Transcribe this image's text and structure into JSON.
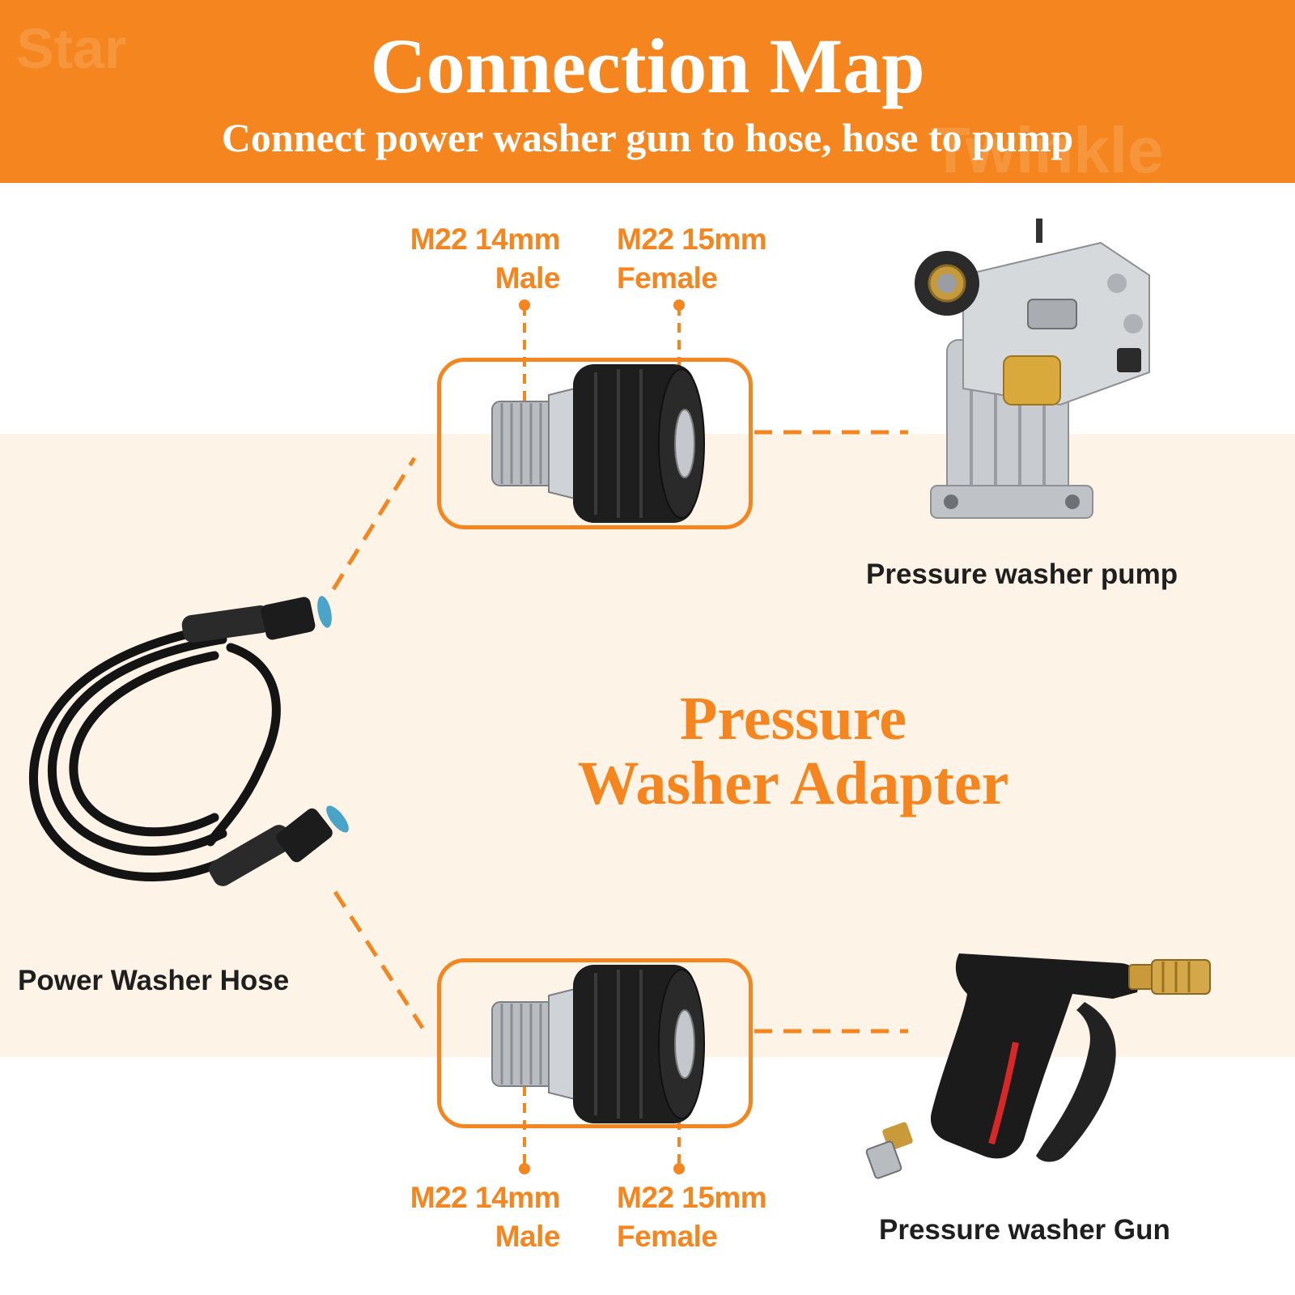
{
  "header": {
    "title": "Connection Map",
    "subtitle": "Connect power washer gun to hose, hose to pump",
    "watermark_left": "Star",
    "watermark_right": "Twinkle"
  },
  "center_title": {
    "line1": "Pressure",
    "line2": "Washer Adapter"
  },
  "top_adapter": {
    "male_size": "M22 14mm",
    "male_label": "Male",
    "female_size": "M22 15mm",
    "female_label": "Female"
  },
  "bottom_adapter": {
    "male_size": "M22 14mm",
    "male_label": "Male",
    "female_size": "M22 15mm",
    "female_label": "Female"
  },
  "captions": {
    "pump": "Pressure washer pump",
    "hose": "Power Washer Hose",
    "gun": "Pressure washer Gun"
  },
  "colors": {
    "accent": "#f5861f",
    "band": "#fdf3e6",
    "text_dark": "#1f1f1f"
  }
}
